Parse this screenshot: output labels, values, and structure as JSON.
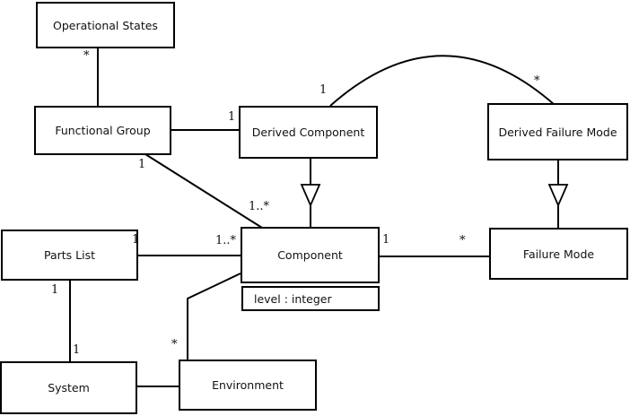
{
  "diagram": {
    "type": "uml-class-diagram",
    "background": "#ffffff",
    "stroke_color": "#000000",
    "classes": [
      {
        "name": "Operational States"
      },
      {
        "name": "Functional Group"
      },
      {
        "name": "Derived Component"
      },
      {
        "name": "Derived Failure Mode"
      },
      {
        "name": "Parts List"
      },
      {
        "name": "Component",
        "attribute": "level : integer"
      },
      {
        "name": "Failure Mode"
      },
      {
        "name": "System"
      },
      {
        "name": "Environment"
      }
    ],
    "labels": [
      {
        "text": "*"
      },
      {
        "text": "1"
      },
      {
        "text": "1"
      },
      {
        "text": "1..*"
      },
      {
        "text": "1"
      },
      {
        "text": "*"
      },
      {
        "text": "1"
      },
      {
        "text": "1..*"
      },
      {
        "text": "1"
      },
      {
        "text": "*"
      },
      {
        "text": "1"
      },
      {
        "text": "1"
      },
      {
        "text": "*"
      }
    ],
    "associations": [
      {
        "from": "Functional Group",
        "to": "Operational States",
        "to_mult": "*"
      },
      {
        "from": "Functional Group",
        "to": "Derived Component",
        "to_mult": "1"
      },
      {
        "from": "Functional Group",
        "to": "Component",
        "from_mult": "1",
        "to_mult": "1..*"
      },
      {
        "from": "Derived Component",
        "to": "Component",
        "kind": "generalization"
      },
      {
        "from": "Derived Component",
        "to": "Derived Failure Mode",
        "from_mult": "1",
        "to_mult": "*",
        "kind": "arc"
      },
      {
        "from": "Derived Failure Mode",
        "to": "Failure Mode",
        "kind": "generalization"
      },
      {
        "from": "Parts List",
        "to": "Component",
        "from_mult": "1",
        "to_mult": "1..*"
      },
      {
        "from": "Component",
        "to": "Failure Mode",
        "from_mult": "1",
        "to_mult": "*"
      },
      {
        "from": "Parts List",
        "to": "System",
        "from_mult": "1",
        "to_mult": "1"
      },
      {
        "from": "System",
        "to": "Environment"
      },
      {
        "from": "Environment",
        "to": "Component",
        "from_mult": "*"
      }
    ]
  }
}
